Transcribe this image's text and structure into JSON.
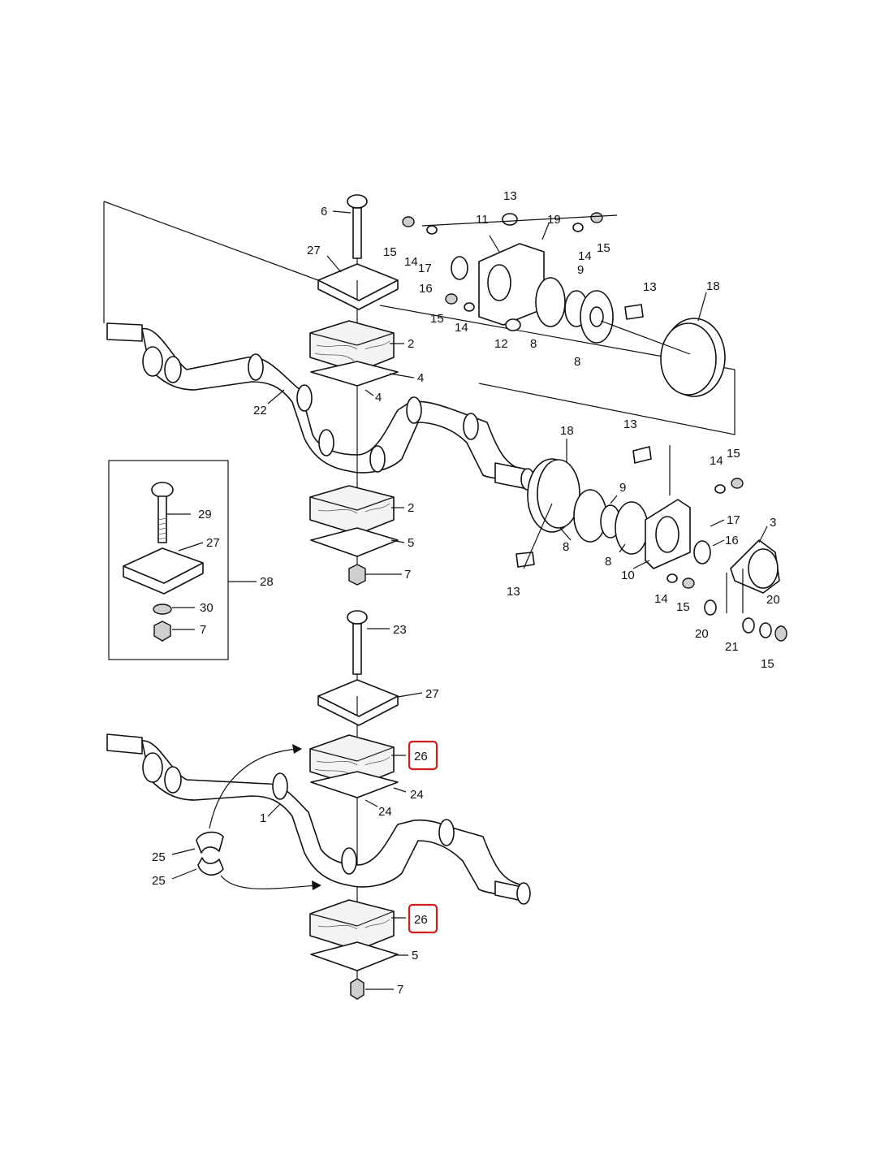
{
  "labels": {
    "n1": "1",
    "n2": "2",
    "n3": "3",
    "n4": "4",
    "n5": "5",
    "n6": "6",
    "n7": "7",
    "n8": "8",
    "n9": "9",
    "n10": "10",
    "n11": "11",
    "n12": "12",
    "n13": "13",
    "n14": "14",
    "n15": "15",
    "n16": "16",
    "n17": "17",
    "n18": "18",
    "n19": "19",
    "n20": "20",
    "n21": "21",
    "n22": "22",
    "n23": "23",
    "n24": "24",
    "n25": "25",
    "n26": "26",
    "n27": "27",
    "n28": "28",
    "n29": "29",
    "n30": "30"
  },
  "highlighted_callouts": [
    "26",
    "26"
  ],
  "colors": {
    "line": "#111111",
    "highlight": "#d01c1c",
    "background": "#ffffff"
  }
}
